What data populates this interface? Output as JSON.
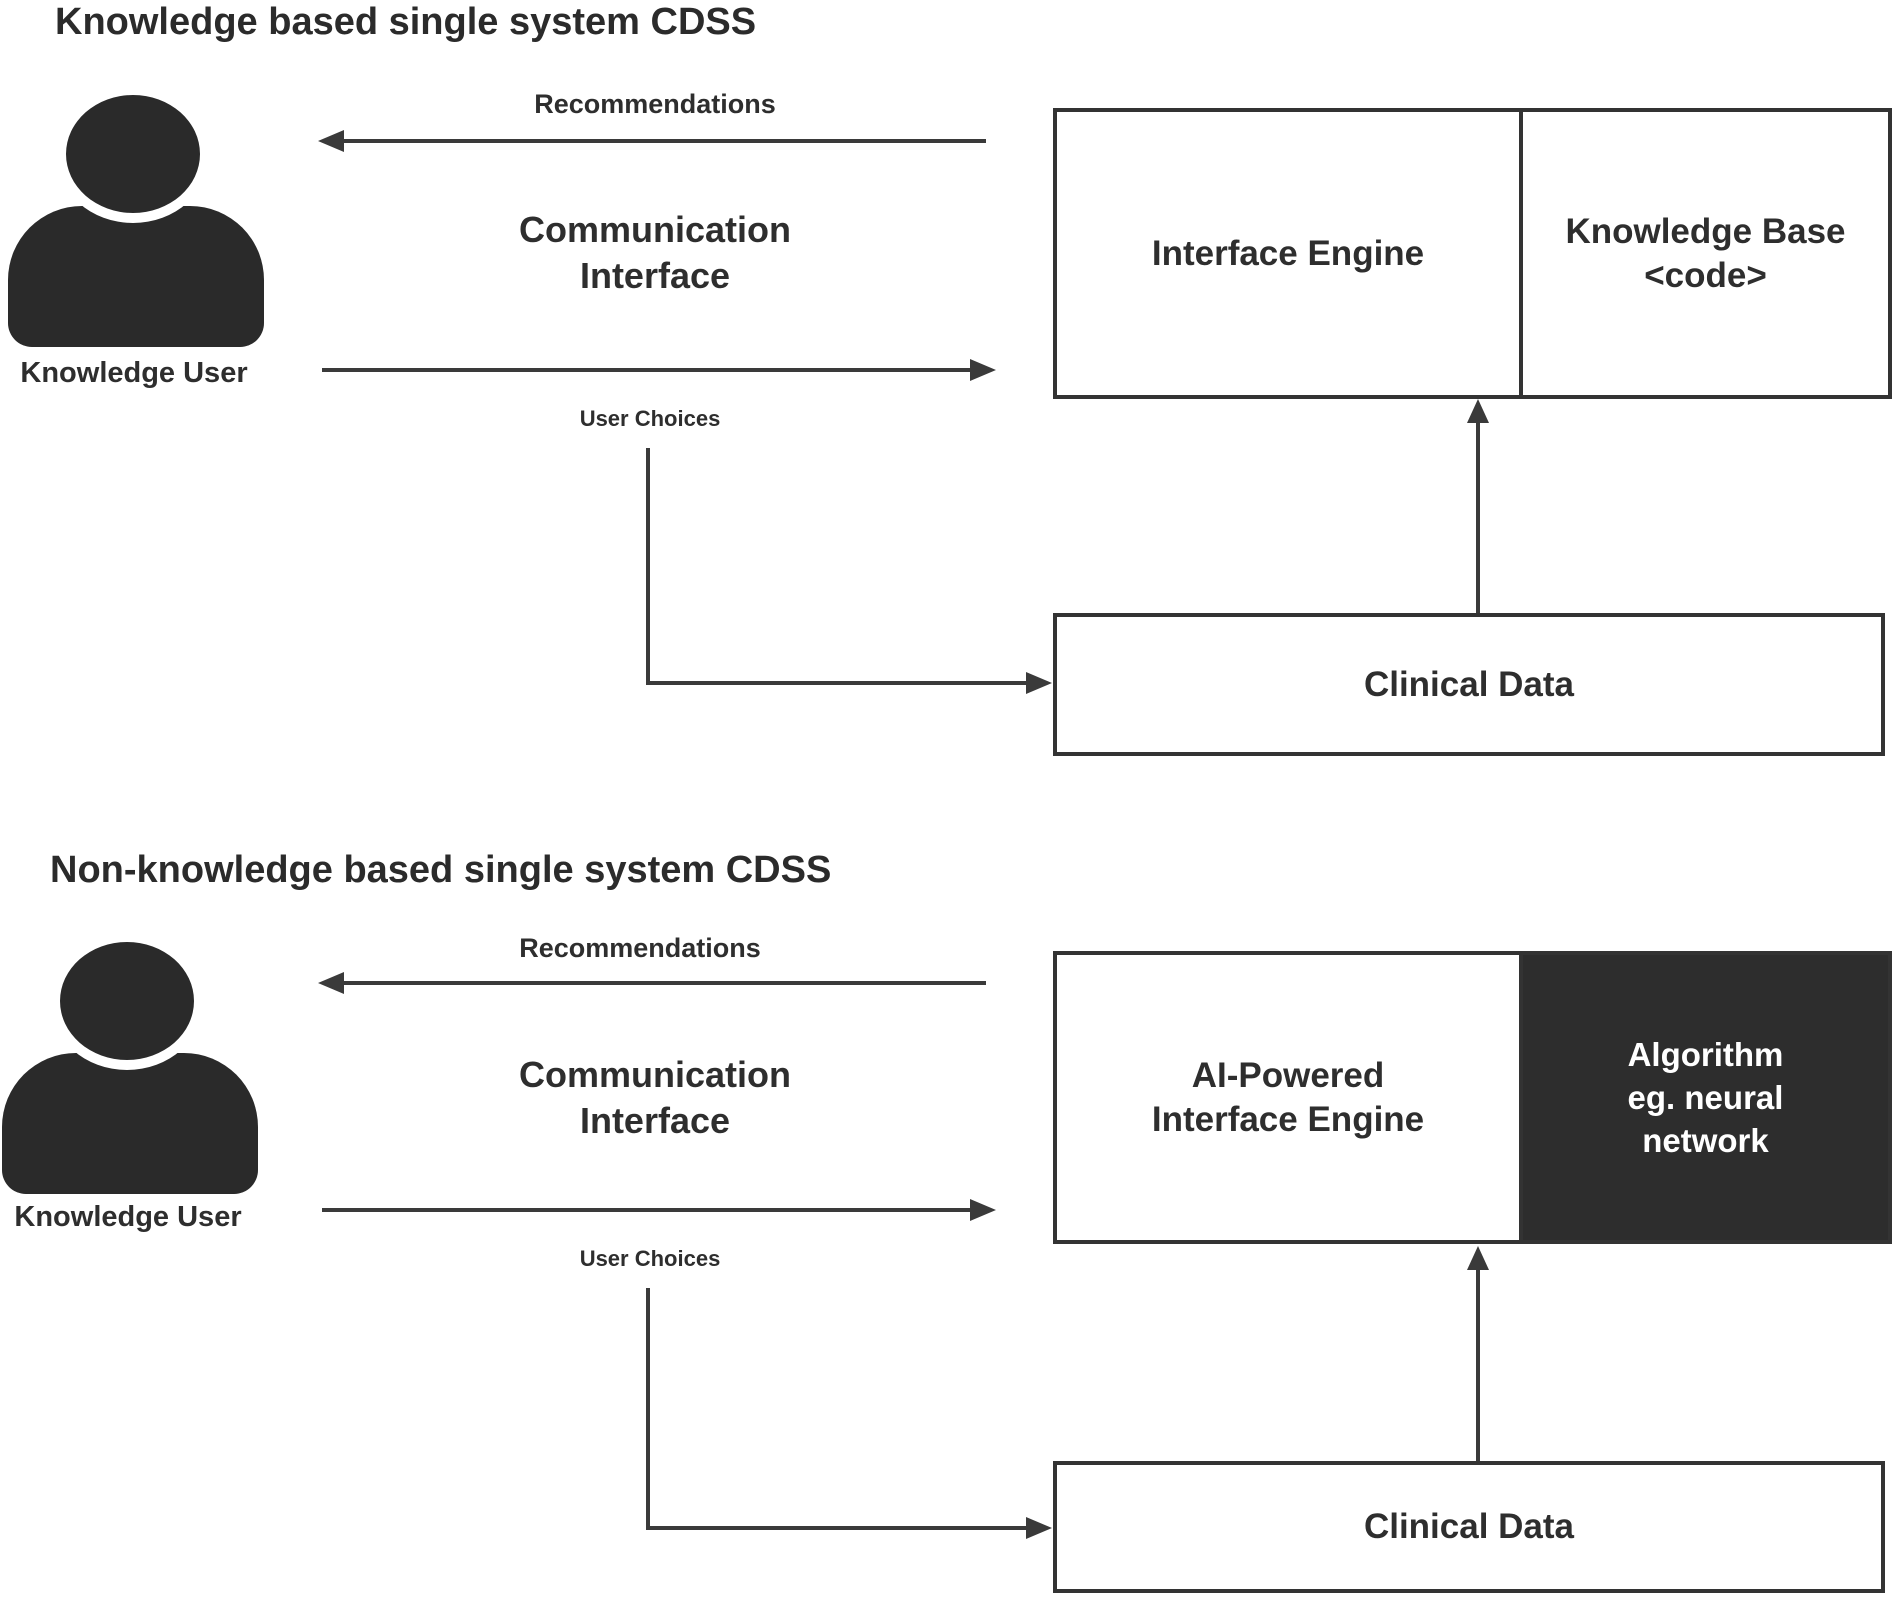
{
  "colors": {
    "ink": "#2e2e2e",
    "line": "#3a3a3a",
    "box_border": "#333333",
    "dark_cell_bg": "#2d2d2d",
    "dark_cell_text": "#ffffff",
    "icon_fill": "#2a2a2a",
    "background": "#ffffff"
  },
  "sections": [
    {
      "title": "Knowledge based single system CDSS",
      "actor": {
        "label": "Knowledge User",
        "icon": "person-icon"
      },
      "recommendations_label": "Recommendations",
      "communication_label_lines": [
        "Communication",
        "Interface"
      ],
      "user_choices_label": "User Choices",
      "engine_box": {
        "left_label": "Interface Engine",
        "right_label_lines": [
          "Knowledge Base",
          "<code>"
        ]
      },
      "clinical_data_label": "Clinical Data"
    },
    {
      "title": "Non-knowledge based single system CDSS",
      "actor": {
        "label": "Knowledge User",
        "icon": "person-icon"
      },
      "recommendations_label": "Recommendations",
      "communication_label_lines": [
        "Communication",
        "Interface"
      ],
      "user_choices_label": "User Choices",
      "engine_box": {
        "left_label_lines": [
          "AI-Powered",
          "Interface Engine"
        ],
        "right_label_lines": [
          "Algorithm",
          "eg. neural",
          "network"
        ]
      },
      "clinical_data_label": "Clinical Data"
    }
  ]
}
